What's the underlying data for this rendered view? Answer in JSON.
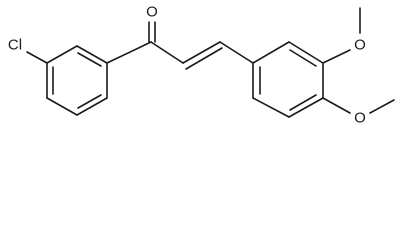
{
  "structure": {
    "atoms": {
      "oxygen_carbonyl": "O",
      "chlorine": "Cl",
      "oxygen_methoxy_upper": "O",
      "oxygen_methoxy_lower": "O"
    }
  }
}
